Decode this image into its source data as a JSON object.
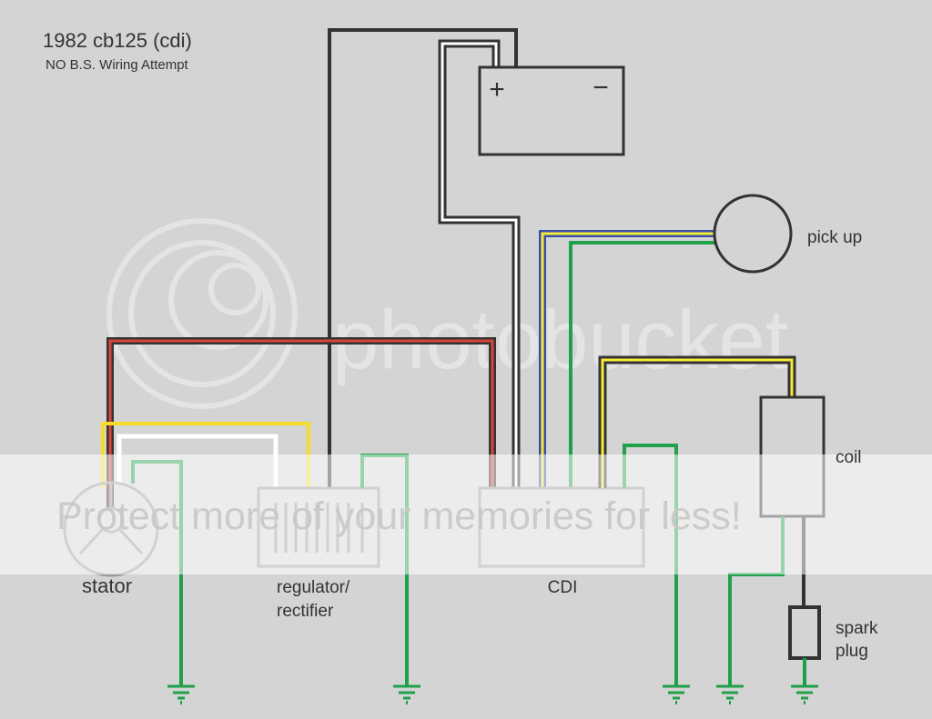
{
  "title": "1982 cb125 (cdi)",
  "subtitle": "NO B.S. Wiring Attempt",
  "components": {
    "stator": "stator",
    "regulator_line1": "regulator/",
    "regulator_line2": "rectifier",
    "battery_plus": "+",
    "battery_minus": "−",
    "pickup": "pick up",
    "cdi": "CDI",
    "coil": "coil",
    "spark_line1": "spark",
    "spark_line2": "plug"
  },
  "watermark": {
    "brand": "photobucket",
    "banner": "Protect more of your memories for less!"
  },
  "colors": {
    "background": "#d4d4d4",
    "black_wire": "#333333",
    "red": "#d9453a",
    "yellow": "#f5dc2a",
    "white": "#ffffff",
    "green": "#1fa04a",
    "blue": "#3b4ea3",
    "component_gray": "#999999"
  }
}
